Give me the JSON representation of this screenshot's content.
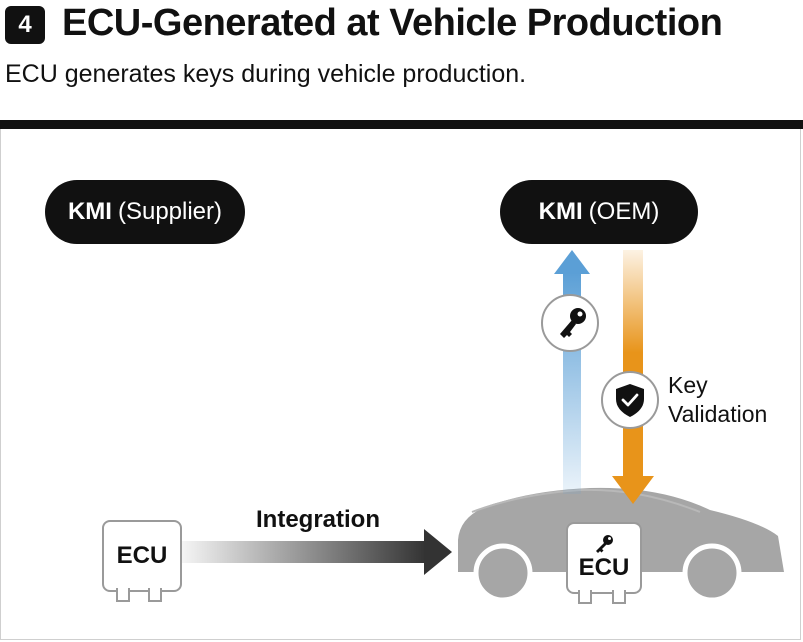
{
  "header": {
    "step": "4",
    "title": "ECU-Generated at Vehicle Production",
    "subtitle": "ECU generates keys during vehicle production."
  },
  "kmi_supplier": {
    "name": "KMI",
    "role": "(Supplier)"
  },
  "kmi_oem": {
    "name": "KMI",
    "role": "(OEM)"
  },
  "key_validation": {
    "line1": "Key",
    "line2": "Validation"
  },
  "integration_label": "Integration",
  "ecu_standalone": {
    "label": "ECU"
  },
  "ecu_in_vehicle": {
    "label": "ECU"
  },
  "colors": {
    "blue_arrow": "#5b9fd6",
    "orange_arrow": "#e8941a",
    "dark": "#111111",
    "car": "#a6a6a6"
  }
}
